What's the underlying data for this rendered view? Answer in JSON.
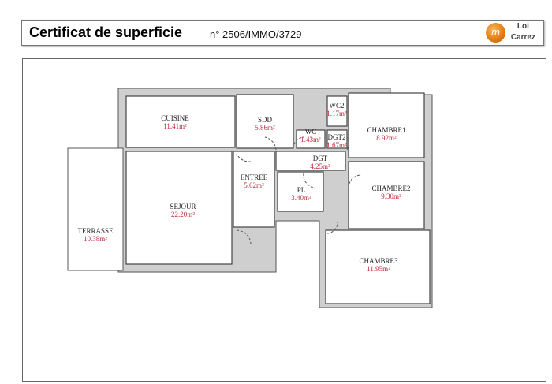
{
  "header": {
    "title": "Certificat de superficie",
    "reference": "n° 2506/IMMO/3729",
    "logo_letter": "m",
    "logo_line1": "Loi",
    "logo_line2": "Carrez"
  },
  "colors": {
    "area_text": "#c0283a",
    "wall": "#cfcfcf",
    "logo": "#e07a10"
  },
  "rooms": [
    {
      "name": "CUISINE",
      "area": "11.41m²"
    },
    {
      "name": "SDD",
      "area": "5.86m²"
    },
    {
      "name": "WC",
      "area": "1.43m²"
    },
    {
      "name": "WC2",
      "area": "1.17m²"
    },
    {
      "name": "DGT2",
      "area": "1.67m²"
    },
    {
      "name": "CHAMBRE1",
      "area": "8.92m²"
    },
    {
      "name": "ENTREE",
      "area": "5.62m²"
    },
    {
      "name": "DGT",
      "area": "4.25m²"
    },
    {
      "name": "PL",
      "area": "3.40m²"
    },
    {
      "name": "CHAMBRE2",
      "area": "9.30m²"
    },
    {
      "name": "SEJOUR",
      "area": "22.20m²"
    },
    {
      "name": "TERRASSE",
      "area": "10.38m²"
    },
    {
      "name": "CHAMBRE3",
      "area": "11.95m²"
    }
  ]
}
